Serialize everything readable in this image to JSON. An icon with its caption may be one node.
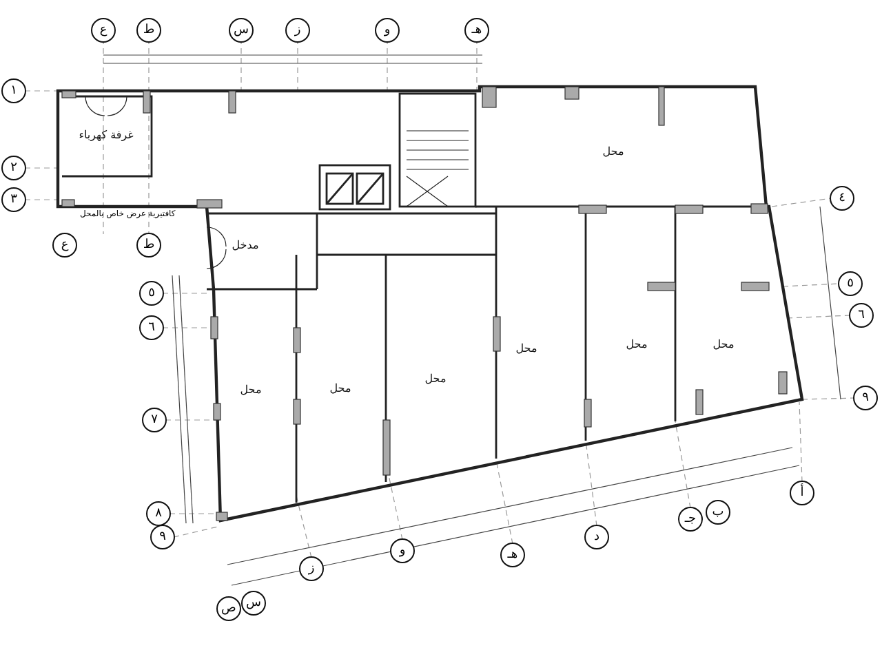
{
  "diagram": {
    "nodes": [
      {
        "text": [
          "غرفة كهرباء"
        ]
      },
      {
        "text": [
          "مدخل"
        ]
      },
      {
        "text": [
          "محل"
        ]
      },
      {
        "text": [
          "محل"
        ]
      },
      {
        "text": [
          "محل"
        ]
      },
      {
        "text": [
          "محل"
        ]
      },
      {
        "text": [
          "محل"
        ]
      },
      {
        "text": [
          "محل"
        ]
      },
      {
        "text": [
          "محل"
        ]
      },
      {
        "text": [
          "ع"
        ]
      },
      {
        "text": [
          "ط"
        ]
      },
      {
        "text": [
          "س"
        ]
      },
      {
        "text": [
          "ز"
        ]
      },
      {
        "text": [
          "و"
        ]
      },
      {
        "text": [
          "هـ"
        ]
      },
      {
        "text": [
          "ع"
        ]
      },
      {
        "text": [
          "ط"
        ]
      },
      {
        "text": [
          "١"
        ]
      },
      {
        "text": [
          "٢"
        ]
      },
      {
        "text": [
          "٣"
        ]
      },
      {
        "text": [
          "٥"
        ]
      },
      {
        "text": [
          "٦"
        ]
      },
      {
        "text": [
          "٧"
        ]
      },
      {
        "text": [
          "٨"
        ]
      },
      {
        "text": [
          "٩"
        ]
      },
      {
        "text": [
          "٤"
        ]
      },
      {
        "text": [
          "٥"
        ]
      },
      {
        "text": [
          "٦"
        ]
      },
      {
        "text": [
          "٩"
        ]
      },
      {
        "text": [
          "ص"
        ]
      },
      {
        "text": [
          "س"
        ]
      },
      {
        "text": [
          "ز"
        ]
      },
      {
        "text": [
          "و"
        ]
      },
      {
        "text": [
          "هـ"
        ]
      },
      {
        "text": [
          "د"
        ]
      },
      {
        "text": [
          "جـ"
        ]
      },
      {
        "text": [
          "ب"
        ]
      },
      {
        "text": [
          "أ"
        ]
      }
    ],
    "edges": [],
    "labels": [
      "كافتيرية عرض خاص بالمحل"
    ]
  }
}
